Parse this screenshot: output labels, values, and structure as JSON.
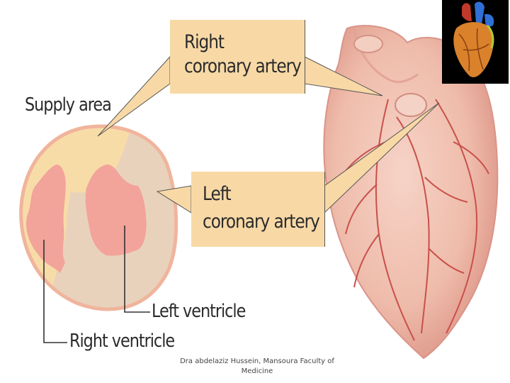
{
  "labels": {
    "right_coronary_line1": "Right",
    "right_coronary_line2": "coronary artery",
    "supply_area": "Supply area",
    "left_coronary_line1": "Left",
    "left_coronary_line2": "coronary artery",
    "left_ventricle": "Left ventricle",
    "right_ventricle": "Right ventricle"
  },
  "footer": {
    "line1": "Dra abdelaziz Hussein, Mansoura Faculty of",
    "line2": "Medicine"
  },
  "colors": {
    "label_box": "#f8d9a6",
    "right_supply": "#f8dca8",
    "left_supply": "#e8d2bc",
    "ventricle_lumen": "#f2a39a",
    "heart_tissue": "#f1c2b4",
    "artery": "#c9504a"
  }
}
